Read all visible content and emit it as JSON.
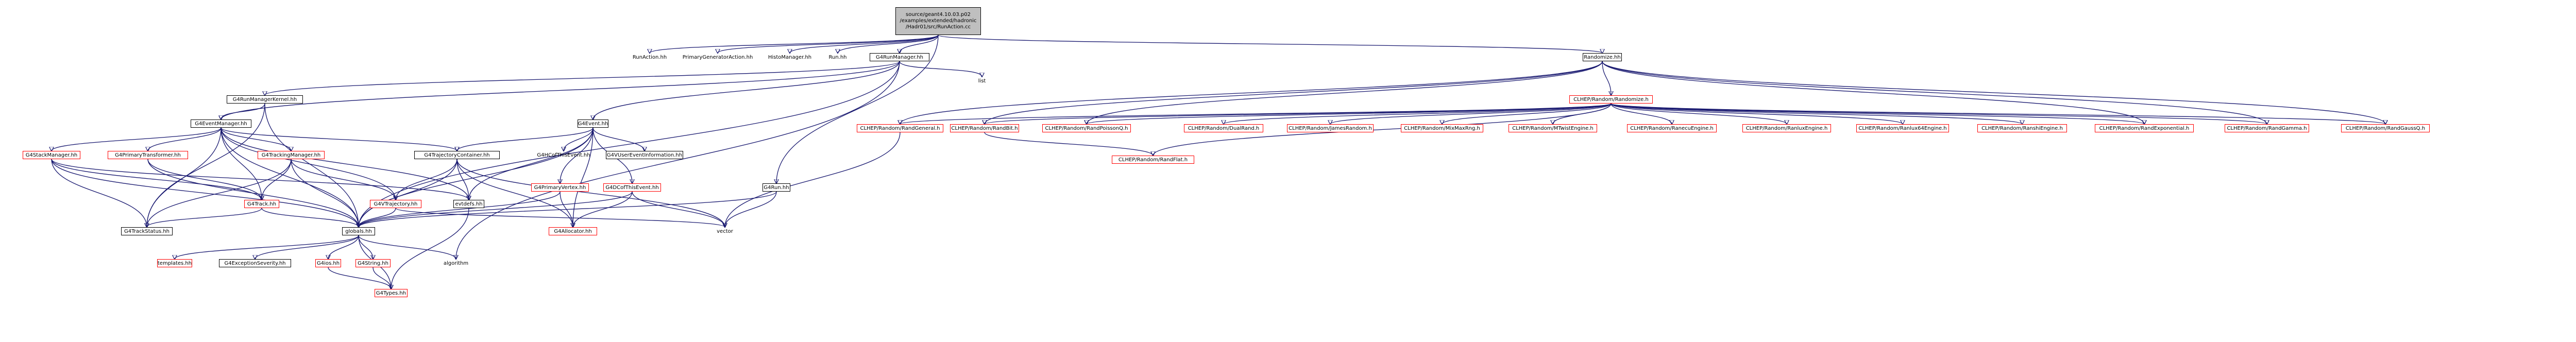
{
  "graph": {
    "edge_color": "#191970",
    "root": [
      "source/geant4.10.03.p02",
      "/examples/extended/hadronic",
      "/Hadr01/src/RunAction.cc"
    ],
    "nodes": {
      "runaction": "RunAction.hh",
      "primgen": "PrimaryGeneratorAction.hh",
      "histomanager": "HistoManager.hh",
      "run": "Run.hh",
      "g4runmanager": "G4RunManager.hh",
      "randomize": "Randomize.hh",
      "list": "list",
      "g4runmanagerkernel": "G4RunManagerKernel.hh",
      "g4eventmanager": "G4EventManager.hh",
      "g4event": "G4Event.hh",
      "g4stackmanager": "G4StackManager.hh",
      "g4primarytransformer": "G4PrimaryTransformer.hh",
      "g4trackingmanager": "G4TrackingManager.hh",
      "g4trajectorycontainer": "G4TrajectoryContainer.hh",
      "g4vhcofthisevent": "G4HCofThisEvent.hh",
      "g4vuserevent": "G4VUserEventInformation.hh",
      "g4primaryvertex": "G4PrimaryVertex.hh",
      "g4dcofthisevent": "G4DCofThisEvent.hh",
      "g4run": "G4Run.hh",
      "evtdefs": "evtdefs.hh",
      "g4vtrajectory": "G4VTrajectory.hh",
      "g4track": "G4Track.hh",
      "g4trackstatus": "G4TrackStatus.hh",
      "globals": "globals.hh",
      "g4allocator": "G4Allocator.hh",
      "vector": "vector",
      "algorithm": "algorithm",
      "templates": "templates.hh",
      "g4exceptionseverity": "G4ExceptionSeverity.hh",
      "g4ios": "G4ios.hh",
      "g4string": "G4String.hh",
      "g4types": "G4Types.hh",
      "clhep_randomize": "CLHEP/Random/Randomize.h",
      "clhep_randgeneral": "CLHEP/Random/RandGeneral.h",
      "clhep_randbit": "CLHEP/Random/RandBit.h",
      "clhep_randpoissonq": "CLHEP/Random/RandPoissonQ.h",
      "clhep_dualrand": "CLHEP/Random/DualRand.h",
      "clhep_jamesrandom": "CLHEP/Random/JamesRandom.h",
      "clhep_mixmaxrng": "CLHEP/Random/MixMaxRng.h",
      "clhep_mtwistengine": "CLHEP/Random/MTwistEngine.h",
      "clhep_ranecuengine": "CLHEP/Random/RanecuEngine.h",
      "clhep_ranluxengine": "CLHEP/Random/RanluxEngine.h",
      "clhep_ranlux64engine": "CLHEP/Random/Ranlux64Engine.h",
      "clhep_ranshiengine": "CLHEP/Random/RanshiEngine.h",
      "clhep_randexponential": "CLHEP/Random/RandExponential.h",
      "clhep_randgamma": "CLHEP/Random/RandGamma.h",
      "clhep_randgauss": "CLHEP/Random/RandGaussQ.h",
      "clhep_randflat": "CLHEP/Random/RandFlat.h"
    },
    "edges": [
      [
        "root",
        "runaction"
      ],
      [
        "root",
        "primgen"
      ],
      [
        "root",
        "histomanager"
      ],
      [
        "root",
        "run"
      ],
      [
        "root",
        "g4runmanager"
      ],
      [
        "root",
        "randomize"
      ],
      [
        "root",
        "g4run"
      ],
      [
        "g4runmanager",
        "g4runmanagerkernel"
      ],
      [
        "g4runmanager",
        "g4eventmanager"
      ],
      [
        "g4runmanager",
        "g4event"
      ],
      [
        "g4runmanager",
        "list"
      ],
      [
        "g4runmanager",
        "globals"
      ],
      [
        "g4runmanager",
        "algorithm"
      ],
      [
        "g4runmanagerkernel",
        "g4eventmanager"
      ],
      [
        "g4runmanagerkernel",
        "g4trackstatus"
      ],
      [
        "g4runmanagerkernel",
        "globals"
      ],
      [
        "g4eventmanager",
        "g4stackmanager"
      ],
      [
        "g4eventmanager",
        "g4primarytransformer"
      ],
      [
        "g4eventmanager",
        "g4trackingmanager"
      ],
      [
        "g4eventmanager",
        "g4trajectorycontainer"
      ],
      [
        "g4eventmanager",
        "g4vtrajectory"
      ],
      [
        "g4eventmanager",
        "g4track"
      ],
      [
        "g4eventmanager",
        "g4trackstatus"
      ],
      [
        "g4eventmanager",
        "globals"
      ],
      [
        "g4eventmanager",
        "evtdefs"
      ],
      [
        "g4event",
        "g4trajectorycontainer"
      ],
      [
        "g4event",
        "g4vhcofthisevent"
      ],
      [
        "g4event",
        "g4vuserevent"
      ],
      [
        "g4event",
        "g4primaryvertex"
      ],
      [
        "g4event",
        "g4dcofthisevent"
      ],
      [
        "g4event",
        "evtdefs"
      ],
      [
        "g4event",
        "g4allocator"
      ],
      [
        "g4event",
        "globals"
      ],
      [
        "g4stackmanager",
        "globals"
      ],
      [
        "g4stackmanager",
        "g4track"
      ],
      [
        "g4stackmanager",
        "g4trackstatus"
      ],
      [
        "g4stackmanager",
        "evtdefs"
      ],
      [
        "g4primarytransformer",
        "globals"
      ],
      [
        "g4primarytransformer",
        "g4track"
      ],
      [
        "g4trackingmanager",
        "g4track"
      ],
      [
        "g4trackingmanager",
        "g4vtrajectory"
      ],
      [
        "g4trackingmanager",
        "g4trackstatus"
      ],
      [
        "g4trackingmanager",
        "globals"
      ],
      [
        "g4trajectorycontainer",
        "g4vtrajectory"
      ],
      [
        "g4trajectorycontainer",
        "evtdefs"
      ],
      [
        "g4trajectorycontainer",
        "g4allocator"
      ],
      [
        "g4trajectorycontainer",
        "vector"
      ],
      [
        "g4trajectorycontainer",
        "globals"
      ],
      [
        "g4primaryvertex",
        "globals"
      ],
      [
        "g4primaryvertex",
        "g4allocator"
      ],
      [
        "g4dcofthisevent",
        "globals"
      ],
      [
        "g4dcofthisevent",
        "g4allocator"
      ],
      [
        "g4dcofthisevent",
        "vector"
      ],
      [
        "g4run",
        "globals"
      ],
      [
        "g4run",
        "vector"
      ],
      [
        "evtdefs",
        "g4types"
      ],
      [
        "g4vtrajectory",
        "globals"
      ],
      [
        "g4vtrajectory",
        "vector"
      ],
      [
        "g4track",
        "globals"
      ],
      [
        "g4track",
        "g4trackstatus"
      ],
      [
        "globals",
        "templates"
      ],
      [
        "globals",
        "g4exceptionseverity"
      ],
      [
        "globals",
        "g4ios"
      ],
      [
        "globals",
        "g4string"
      ],
      [
        "globals",
        "g4types"
      ],
      [
        "globals",
        "algorithm"
      ],
      [
        "g4ios",
        "g4types"
      ],
      [
        "g4string",
        "g4types"
      ],
      [
        "randomize",
        "clhep_randomize"
      ],
      [
        "randomize",
        "clhep_randgeneral"
      ],
      [
        "randomize",
        "clhep_randbit"
      ],
      [
        "randomize",
        "clhep_randpoissonq"
      ],
      [
        "randomize",
        "clhep_randexponential"
      ],
      [
        "randomize",
        "clhep_randgamma"
      ],
      [
        "randomize",
        "clhep_randgauss"
      ],
      [
        "clhep_randomize",
        "clhep_randgeneral"
      ],
      [
        "clhep_randomize",
        "clhep_randbit"
      ],
      [
        "clhep_randomize",
        "clhep_randpoissonq"
      ],
      [
        "clhep_randomize",
        "clhep_dualrand"
      ],
      [
        "clhep_randomize",
        "clhep_jamesrandom"
      ],
      [
        "clhep_randomize",
        "clhep_mixmaxrng"
      ],
      [
        "clhep_randomize",
        "clhep_mtwistengine"
      ],
      [
        "clhep_randomize",
        "clhep_ranecuengine"
      ],
      [
        "clhep_randomize",
        "clhep_ranluxengine"
      ],
      [
        "clhep_randomize",
        "clhep_ranlux64engine"
      ],
      [
        "clhep_randomize",
        "clhep_ranshiengine"
      ],
      [
        "clhep_randomize",
        "clhep_randexponential"
      ],
      [
        "clhep_randomize",
        "clhep_randgamma"
      ],
      [
        "clhep_randomize",
        "clhep_randgauss"
      ],
      [
        "clhep_randomize",
        "clhep_randflat"
      ],
      [
        "clhep_randgeneral",
        "vector"
      ],
      [
        "clhep_randbit",
        "clhep_randflat"
      ]
    ]
  }
}
